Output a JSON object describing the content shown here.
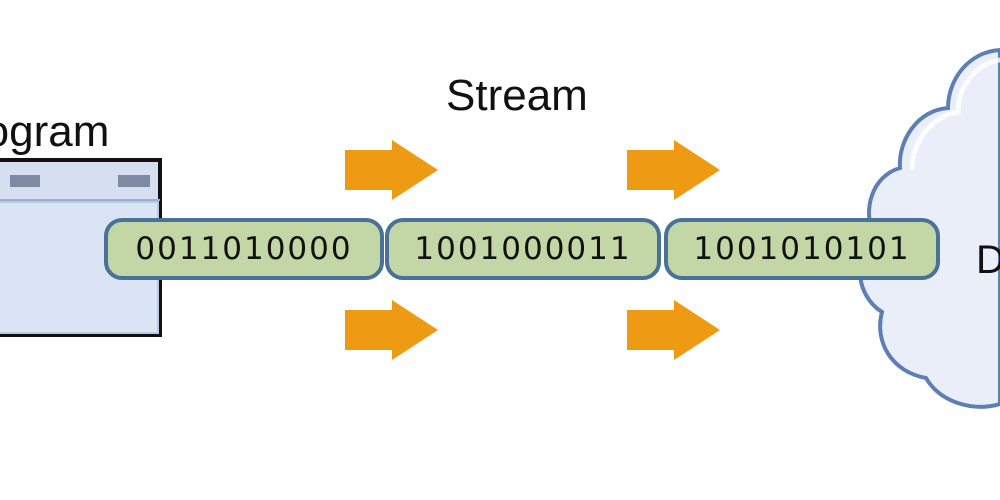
{
  "labels": {
    "program": "rogram",
    "stream": "Stream",
    "destination": "D"
  },
  "stream_chunks": [
    "0011010000",
    "1001000011",
    "1001010101"
  ],
  "colors": {
    "arrow": "#ee9a12",
    "chunk_fill": "#c3d6a6",
    "chunk_border": "#4a7196",
    "window_fill": "#dbe4f5",
    "window_titlebar": "#d6dfef",
    "cloud_fill": "#e9eef9",
    "cloud_border": "#5d7fb3"
  },
  "icons": {
    "program": "program-window-icon",
    "destination": "cloud-icon",
    "flow": "arrow-right-icon"
  }
}
